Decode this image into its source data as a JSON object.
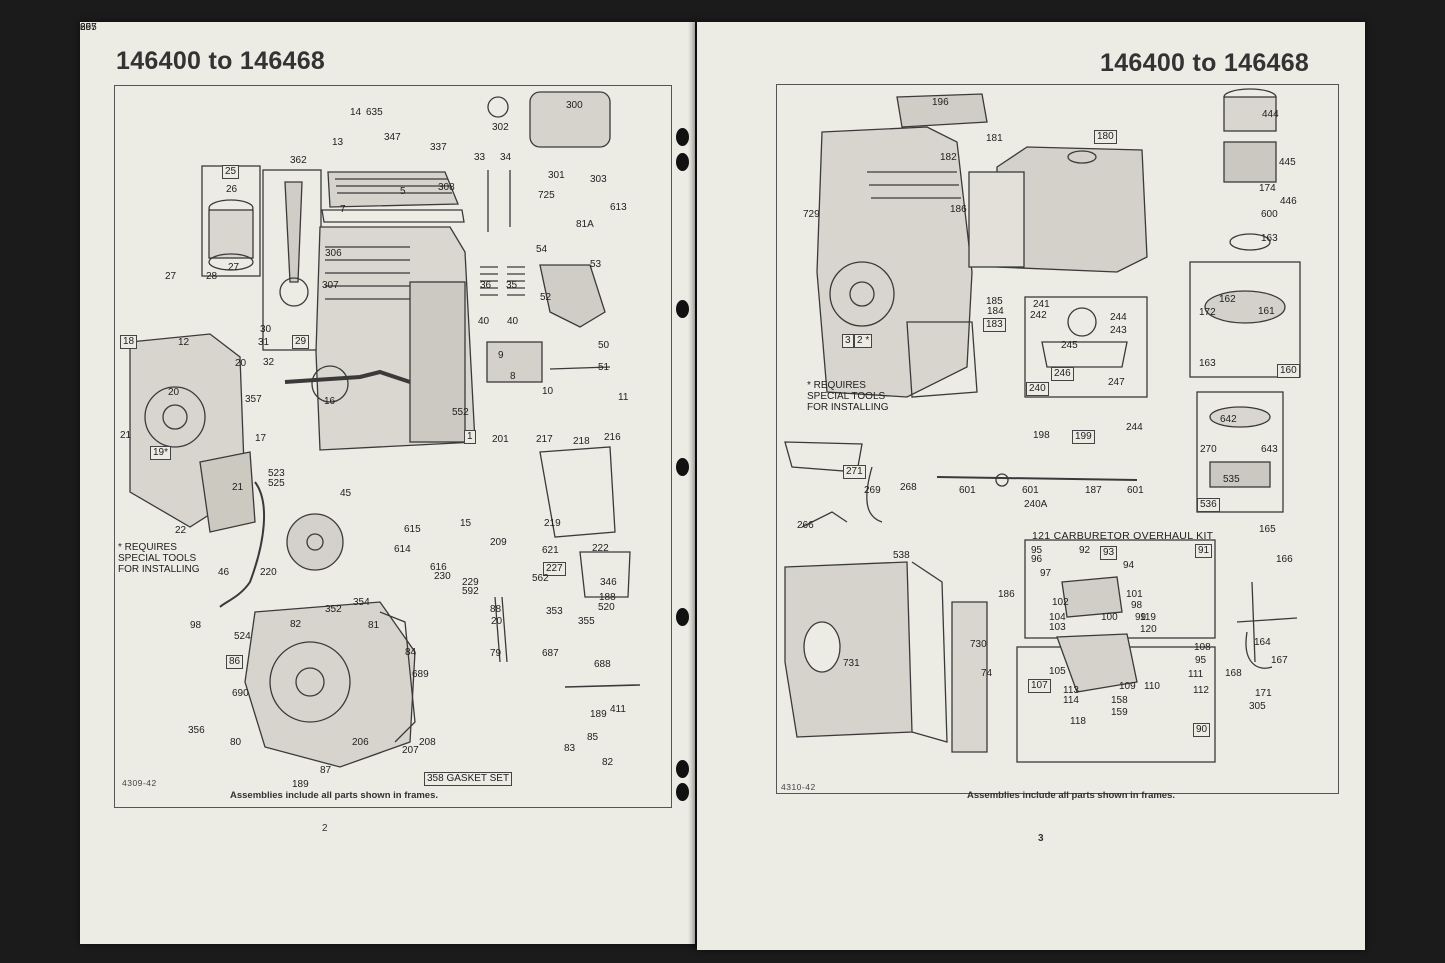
{
  "left_page": {
    "title": "146400 to 146468",
    "caption": "Assemblies include all parts shown in frames.",
    "page_number": "2",
    "figure_code": "4309-42",
    "gasket_set": "358 GASKET SET",
    "note": "* REQUIRES\nSPECIAL TOOLS\nFOR INSTALLING",
    "frame_labels": [
      "18",
      "19*",
      "25",
      "29",
      "1",
      "227",
      "86"
    ],
    "labels": [
      "14",
      "635",
      "337",
      "13",
      "347",
      "362",
      "5",
      "308",
      "7",
      "33",
      "34",
      "302",
      "300",
      "301",
      "303",
      "725",
      "613",
      "81A",
      "26",
      "306",
      "307",
      "54",
      "53",
      "27",
      "27",
      "28",
      "36",
      "35",
      "30",
      "31",
      "32",
      "40",
      "40",
      "52",
      "50",
      "51",
      "9",
      "8",
      "11",
      "12",
      "20",
      "357",
      "16",
      "17",
      "10",
      "21",
      "20",
      "552",
      "201",
      "217",
      "218",
      "216",
      "21",
      "523",
      "525",
      "45",
      "15",
      "615",
      "614",
      "616",
      "230",
      "209",
      "562",
      "229",
      "592",
      "22",
      "46",
      "220",
      "219",
      "621",
      "222",
      "346",
      "188",
      "520",
      "353",
      "355",
      "98",
      "352",
      "354",
      "524",
      "82",
      "81",
      "84",
      "88",
      "20",
      "79",
      "687",
      "688",
      "689",
      "690",
      "356",
      "80",
      "87",
      "206",
      "207",
      "208",
      "85",
      "189",
      "411",
      "83",
      "82",
      "189",
      "265",
      "657",
      "89"
    ]
  },
  "right_page": {
    "title": "146400 to 146468",
    "caption": "Assemblies include all parts shown in frames.",
    "page_number": "3",
    "figure_code": "4310-42",
    "note": "* REQUIRES\nSPECIAL TOOLS\nFOR INSTALLING",
    "kit_title": "121 CARBURETOR OVERHAUL KIT",
    "frame_labels": [
      "180",
      "183",
      "3",
      "2 *",
      "240",
      "246",
      "199",
      "160",
      "536",
      "271",
      "91",
      "93",
      "107",
      "90"
    ],
    "labels": [
      "196",
      "181",
      "182",
      "729",
      "186",
      "444",
      "445",
      "174",
      "446",
      "600",
      "163",
      "185",
      "184",
      "241",
      "242",
      "244",
      "243",
      "245",
      "247",
      "162",
      "172",
      "161",
      "163",
      "642",
      "643",
      "535",
      "198",
      "244",
      "270",
      "601",
      "601",
      "187",
      "601",
      "240A",
      "269",
      "268",
      "266",
      "165",
      "538",
      "166",
      "95",
      "96",
      "92",
      "97",
      "94",
      "101",
      "98",
      "99",
      "186",
      "102",
      "100",
      "104",
      "103",
      "119",
      "120",
      "164",
      "108",
      "95",
      "111",
      "112",
      "167",
      "168",
      "171",
      "305",
      "731",
      "730",
      "74",
      "105",
      "113",
      "114",
      "109",
      "110",
      "158",
      "159",
      "118"
    ]
  },
  "colors": {
    "paper": "#ecebe4",
    "background": "#1b1b1b",
    "ink": "#2a2a2a"
  }
}
